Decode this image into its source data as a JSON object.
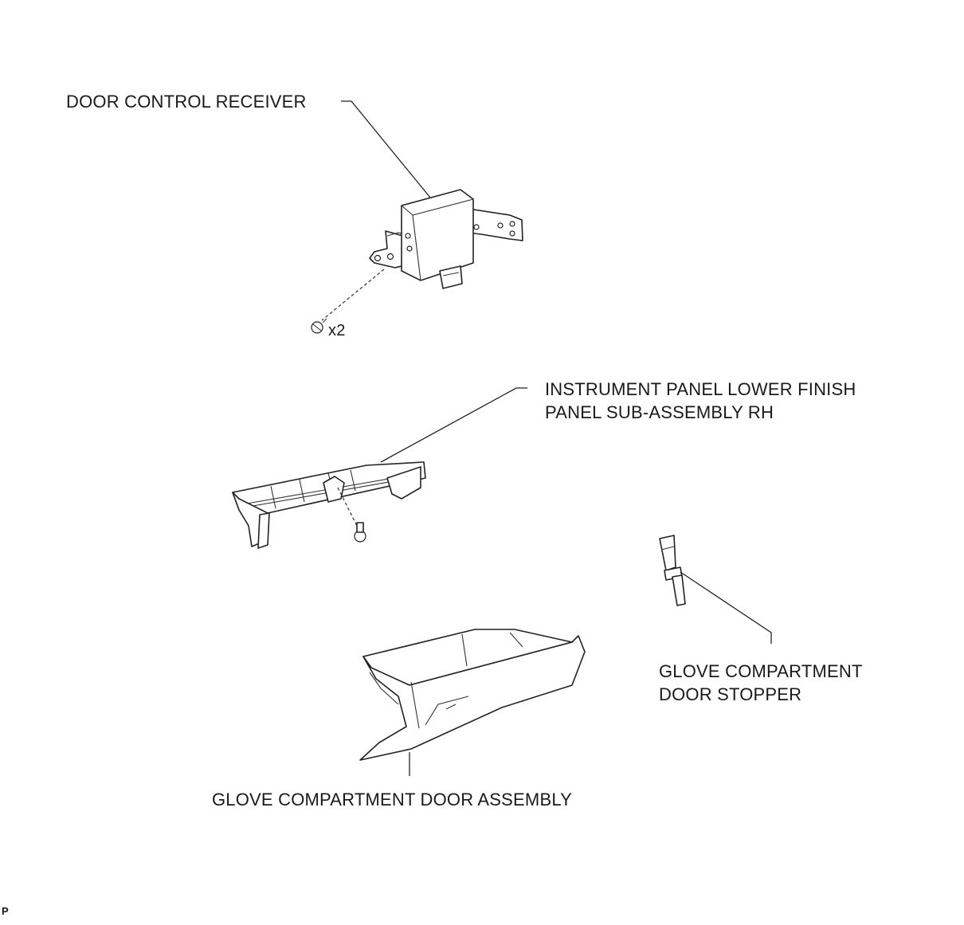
{
  "labels": {
    "door_control_receiver": "DOOR CONTROL RECEIVER",
    "screw_qty": "x2",
    "lower_finish_panel_line1": "INSTRUMENT PANEL LOWER FINISH",
    "lower_finish_panel_line2": "PANEL SUB-ASSEMBLY RH",
    "door_stopper_line1": "GLOVE COMPARTMENT",
    "door_stopper_line2": "DOOR STOPPER",
    "door_assembly": "GLOVE COMPARTMENT DOOR ASSEMBLY",
    "corner_mark": "P"
  }
}
